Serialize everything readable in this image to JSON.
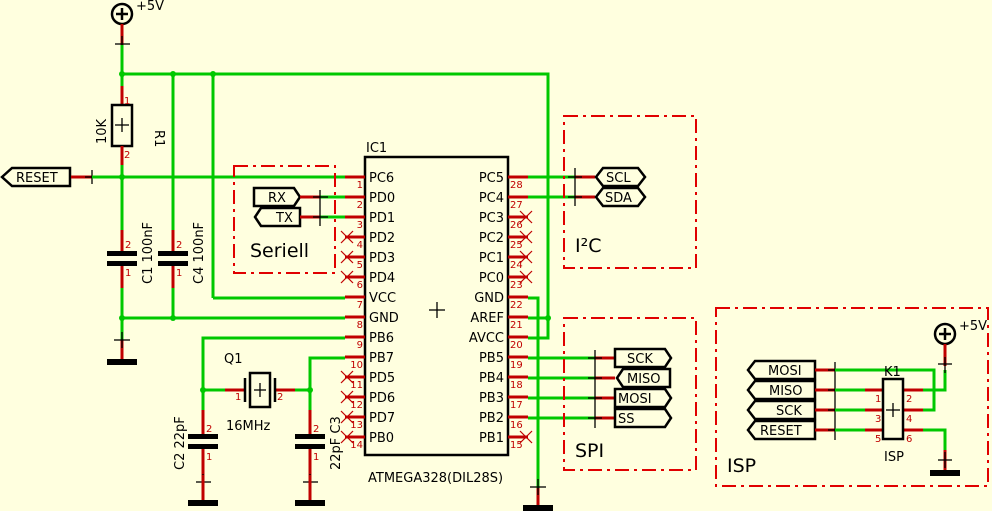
{
  "colors": {
    "background": "#ffffdf",
    "wire": "#00c800",
    "pin": "#c00000",
    "frame": "#e00000",
    "outline": "#000000"
  },
  "power": {
    "vcc_label": "+5V",
    "isp_vcc_label": "+5V"
  },
  "r1": {
    "name": "R1",
    "value": "10K",
    "pin1": "1",
    "pin2": "2"
  },
  "c1": {
    "name": "C1",
    "value": "100nF",
    "pin1": "1",
    "pin2": "2"
  },
  "c4": {
    "name": "C4",
    "value": "100nF",
    "pin1": "1",
    "pin2": "2"
  },
  "c2": {
    "name": "C2",
    "value": "22pF",
    "pin1": "1",
    "pin2": "2"
  },
  "c3": {
    "name": "C3",
    "value": "22pF",
    "pin1": "1",
    "pin2": "2"
  },
  "q1": {
    "name": "Q1",
    "value": "16MHz",
    "pin1": "1",
    "pin2": "2"
  },
  "reset_flag": "RESET",
  "ic1": {
    "name": "IC1",
    "part": "ATMEGA328(DIL28S)",
    "left_pins": [
      {
        "num": "1",
        "name": "PC6"
      },
      {
        "num": "2",
        "name": "PD0"
      },
      {
        "num": "3",
        "name": "PD1"
      },
      {
        "num": "4",
        "name": "PD2"
      },
      {
        "num": "5",
        "name": "PD3"
      },
      {
        "num": "6",
        "name": "PD4"
      },
      {
        "num": "7",
        "name": "VCC"
      },
      {
        "num": "8",
        "name": "GND"
      },
      {
        "num": "9",
        "name": "PB6"
      },
      {
        "num": "10",
        "name": "PB7"
      },
      {
        "num": "11",
        "name": "PD5"
      },
      {
        "num": "12",
        "name": "PD6"
      },
      {
        "num": "13",
        "name": "PD7"
      },
      {
        "num": "14",
        "name": "PB0"
      }
    ],
    "right_pins": [
      {
        "num": "28",
        "name": "PC5"
      },
      {
        "num": "27",
        "name": "PC4"
      },
      {
        "num": "26",
        "name": "PC3"
      },
      {
        "num": "25",
        "name": "PC2"
      },
      {
        "num": "24",
        "name": "PC1"
      },
      {
        "num": "23",
        "name": "PC0"
      },
      {
        "num": "22",
        "name": "GND"
      },
      {
        "num": "21",
        "name": "AREF"
      },
      {
        "num": "20",
        "name": "AVCC"
      },
      {
        "num": "19",
        "name": "PB5"
      },
      {
        "num": "18",
        "name": "PB4"
      },
      {
        "num": "17",
        "name": "PB3"
      },
      {
        "num": "16",
        "name": "PB2"
      },
      {
        "num": "15",
        "name": "PB1"
      }
    ]
  },
  "serial": {
    "title": "Seriell",
    "rx": "RX",
    "tx": "TX"
  },
  "i2c": {
    "title": "I²C",
    "scl": "SCL",
    "sda": "SDA"
  },
  "spi": {
    "title": "SPI",
    "sck": "SCK",
    "miso": "MISO",
    "mosi": "MOSI",
    "ss": "SS"
  },
  "isp": {
    "title": "ISP",
    "connector_name": "K1",
    "connector_value": "ISP",
    "flags": [
      "MOSI",
      "MISO",
      "SCK",
      "RESET"
    ],
    "pins": [
      "1",
      "2",
      "3",
      "4",
      "5",
      "6"
    ]
  }
}
